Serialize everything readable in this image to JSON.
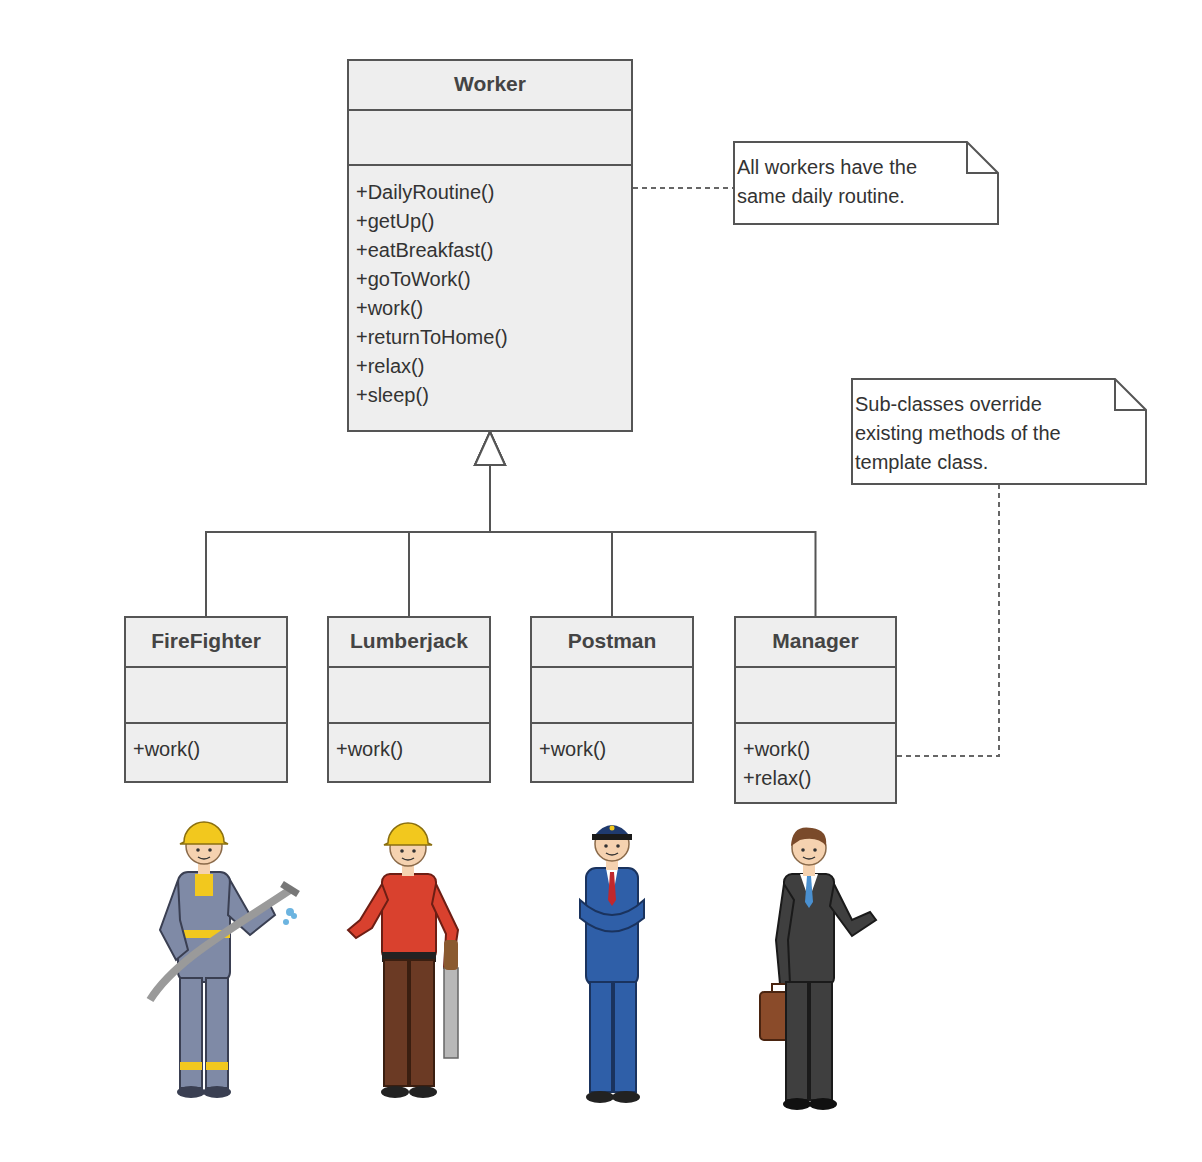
{
  "diagram": {
    "nodes": [
      {
        "text": [
          "Worker",
          "+DailyRoutine()",
          "+getUp()",
          "+eatBreakfast()",
          "+goToWork()",
          "+work()",
          "+returnToHome()",
          "+relax()",
          "+sleep()"
        ]
      },
      {
        "text": [
          "All workers have the same daily routine."
        ]
      },
      {
        "text": [
          "Sub-classes override existing methods of the template class."
        ]
      },
      {
        "text": [
          "FireFighter",
          "+work()"
        ]
      },
      {
        "text": [
          "Lumberjack",
          "+work()"
        ]
      },
      {
        "text": [
          "Postman",
          "+work()"
        ]
      },
      {
        "text": [
          "Manager",
          "+work()",
          "+relax()"
        ]
      }
    ],
    "edges": [
      {
        "from": 3,
        "to": 0,
        "arrow": "to"
      },
      {
        "from": 4,
        "to": 0,
        "arrow": "to"
      },
      {
        "from": 5,
        "to": 0,
        "arrow": "to"
      },
      {
        "from": 6,
        "to": 0,
        "arrow": "to"
      },
      {
        "from": 0,
        "to": 1,
        "arrow": "none"
      },
      {
        "from": 6,
        "to": 2,
        "arrow": "none"
      }
    ]
  }
}
